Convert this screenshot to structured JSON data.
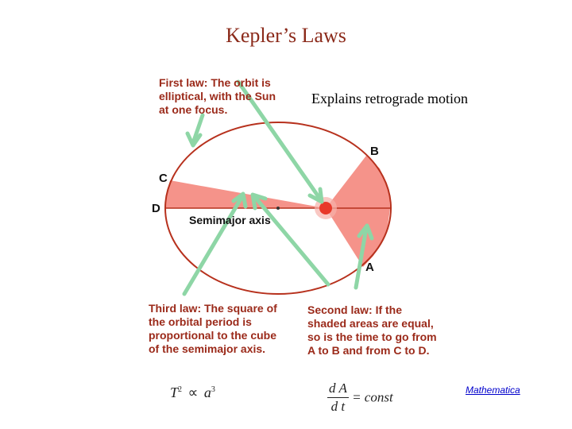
{
  "title": "Kepler’s Laws",
  "retrograde_note": "Explains retrograde motion",
  "first_law": "First law: The orbit is elliptical, with the Sun at one focus.",
  "second_law": "Second law: If the shaded areas are equal, so is the time to go from A to B and from C to D.",
  "third_law": "Third law: The square of the orbital period is proportional to the cube of the semimajor axis.",
  "points": {
    "a": "A",
    "b": "B",
    "c": "C",
    "d": "D"
  },
  "axis_label": "Semimajor axis",
  "third_law_eq": {
    "lhs": "T",
    "lhs_exp": "2",
    "op": "∝",
    "rhs": "a",
    "rhs_exp": "3"
  },
  "second_law_eq": {
    "num": "d A",
    "den": "d t",
    "rhs": "= const"
  },
  "link": "Mathematica",
  "colors": {
    "title": "#8b2a1a",
    "label": "#9b2a1a",
    "orbit": "#b7311d",
    "shade": "#f5938a",
    "sun": "#e8392a",
    "arrow": "#8ed6a6"
  }
}
